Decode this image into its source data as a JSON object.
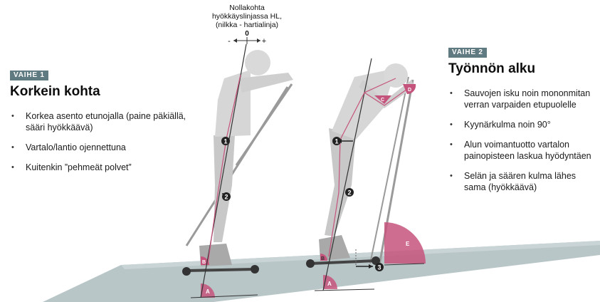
{
  "top_label": {
    "lines": [
      "Nollakohta",
      "hyökkäyslinjassa HL,",
      "(nilkka - hartialinja)"
    ],
    "zero": "0",
    "minus": "-",
    "plus": "+"
  },
  "phase1": {
    "tag": "VAIHE 1",
    "title": "Korkein kohta",
    "bullets": [
      "Korkea asento etunojalla (paine päkiällä, sääri hyökkäävä)",
      "Vartalo/lantio ojennettuna",
      "Kuitenkin ”pehmeät polvet”"
    ]
  },
  "phase2": {
    "tag": "VAIHE 2",
    "title": "Työnnön alku",
    "bullets": [
      "Sauvojen isku noin mononmitan verran varpaiden etupuolelle",
      "Kyynärkulma noin 90°",
      "Alun voimantuotto vartalon painopisteen laskua hyödyntäen",
      "Selän ja säären kulma lähes sama (hyökkäävä)"
    ]
  },
  "markers": {
    "one": "1",
    "two": "2",
    "three": "3",
    "angle_a": "A",
    "angle_b": "B",
    "angle_c": "C",
    "angle_d": "D",
    "angle_e": "E"
  },
  "colors": {
    "tag_bg": "#5f7a80",
    "ground": "#b9c6c8",
    "accent": "#c5547d",
    "figure": "#d3d3d3"
  }
}
